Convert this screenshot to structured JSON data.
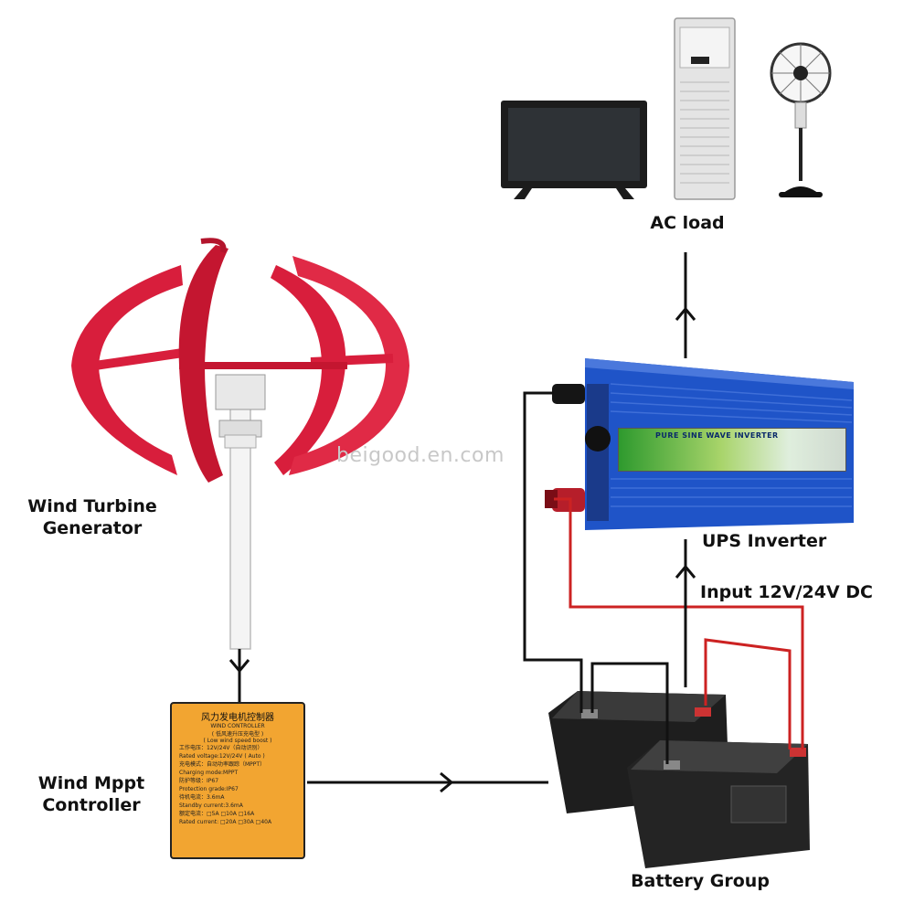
{
  "labels": {
    "ac_load": "AC load",
    "wind_turbine": [
      "Wind Turbine",
      "Generator"
    ],
    "ups_inverter": "UPS Inverter",
    "input_dc": "Input 12V/24V DC",
    "wind_mppt": [
      "Wind Mppt",
      "Controller"
    ],
    "battery_group": "Battery Group"
  },
  "watermark": "beigood.en.com",
  "controller": {
    "title": "风力发电机控制器",
    "subtitle": "WIND CONTROLLER",
    "mode_cn": "( 低风速升压充电型 )",
    "mode_en": "( Low wind speed boost )",
    "lines": [
      "工作电压：12V/24V（自动识别）",
      "Rated voltage:12V/24V ( Auto )",
      "充电模式：自动功率跟踪（MPPT）",
      "Charging mode:MPPT",
      "防护等级：IP67",
      "Protection grade:IP67",
      "待机电流：3.6mA",
      "Standby current:3.6mA",
      "额定电流：□5A □10A □16A",
      "Rated current: □20A □30A □40A"
    ]
  },
  "inverter_text": "PURE SINE WAVE INVERTER",
  "colors": {
    "turbine_red": "#d81e3c",
    "inverter_blue": "#1f54c8",
    "controller_orange": "#f2a531",
    "wire_red": "#cc2222",
    "wire_black": "#111111",
    "battery": "#2b2b2b"
  }
}
